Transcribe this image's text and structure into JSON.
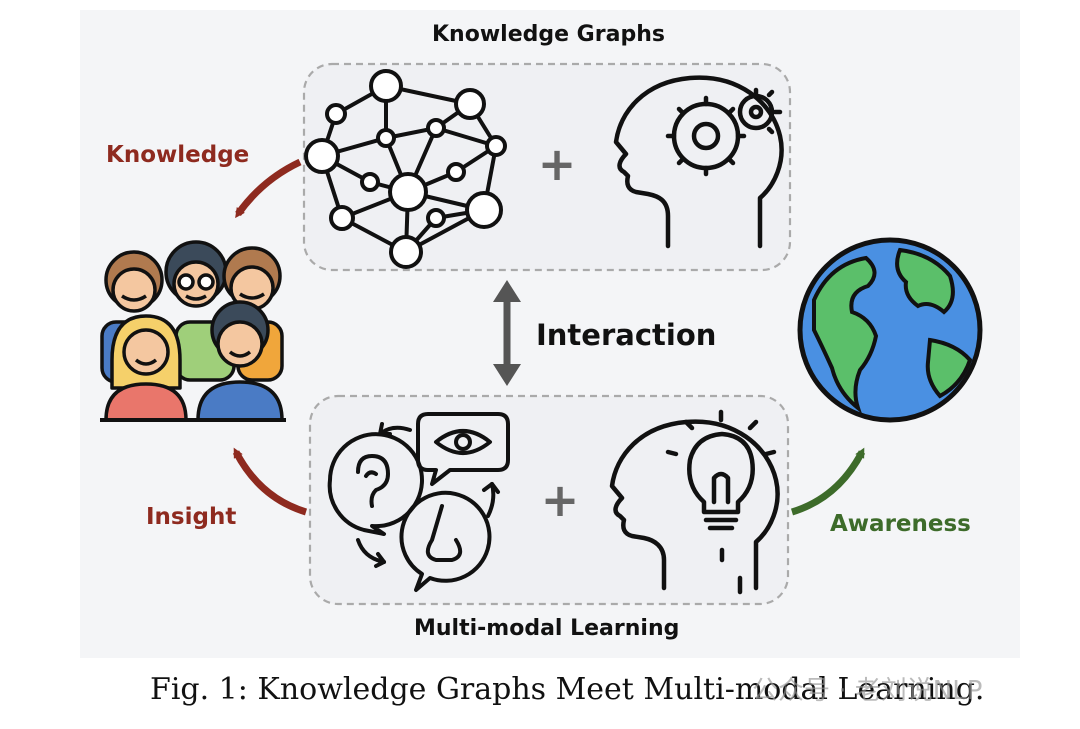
{
  "figure": {
    "top_box_title": "Knowledge Graphs",
    "bottom_box_title": "Multi-modal Learning",
    "center_label": "Interaction",
    "left_top_label": "Knowledge",
    "left_bottom_label": "Insight",
    "right_label": "Awareness",
    "plus_symbol": "+",
    "caption": "Fig. 1: Knowledge Graphs Meet Multi-modal Learning.",
    "watermark": "公众号 · 老刘说NLP"
  },
  "colors": {
    "knowledge_arrow": "#8e2a1f",
    "insight_arrow": "#8e2a1f",
    "awareness_arrow": "#3d6b2a",
    "interaction_arrow": "#555555"
  },
  "icons": [
    "network-graph-icon",
    "head-gears-icon",
    "senses-icon",
    "head-lightbulb-icon",
    "people-group-icon",
    "globe-icon"
  ]
}
